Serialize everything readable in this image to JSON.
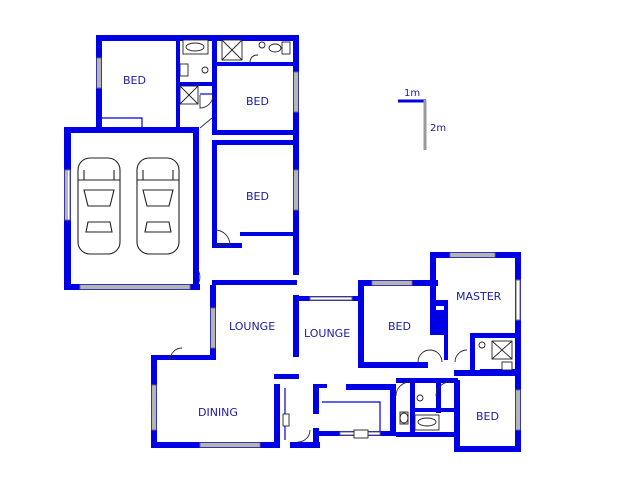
{
  "rooms": {
    "bed_top_left": "BED",
    "bed_top_mid": "BED",
    "bed_mid": "BED",
    "lounge_left": "LOUNGE",
    "lounge_right": "LOUNGE",
    "bed_right": "BED",
    "master": "MASTER",
    "dining": "DINING",
    "bed_bottom_right": "BED"
  },
  "scale": {
    "horizontal": "1m",
    "vertical": "2m"
  },
  "colors": {
    "wall": "#0000e6",
    "label": "#1a1aa6",
    "window": "#6b6b6b"
  }
}
